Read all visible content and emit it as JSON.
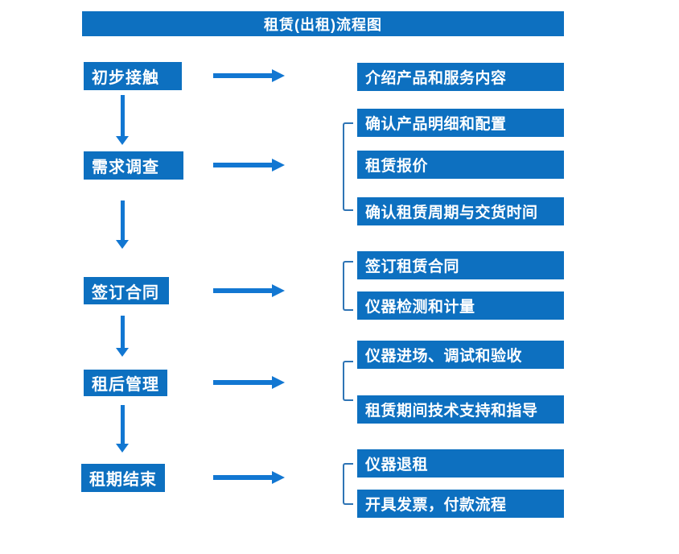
{
  "title": "租赁(出租)流程图",
  "colors": {
    "box_blue": "#0d70c0",
    "arrow_blue": "#1277d2",
    "bracket_blue": "#2e74b5",
    "text_white": "#ffffff"
  },
  "flow": {
    "stages": [
      {
        "label": "初步接触",
        "details": [
          "介绍产品和服务内容"
        ]
      },
      {
        "label": "需求调查",
        "details": [
          "确认产品明细和配置",
          "租赁报价",
          "确认租赁周期与交货时间"
        ]
      },
      {
        "label": "签订合同",
        "details": [
          "签订租赁合同",
          "仪器检测和计量"
        ]
      },
      {
        "label": "租后管理",
        "details": [
          "仪器进场、调试和验收",
          "租赁期间技术支持和指导"
        ]
      },
      {
        "label": "租期结束",
        "details": [
          "仪器退租",
          "开具发票，付款流程"
        ]
      }
    ]
  }
}
